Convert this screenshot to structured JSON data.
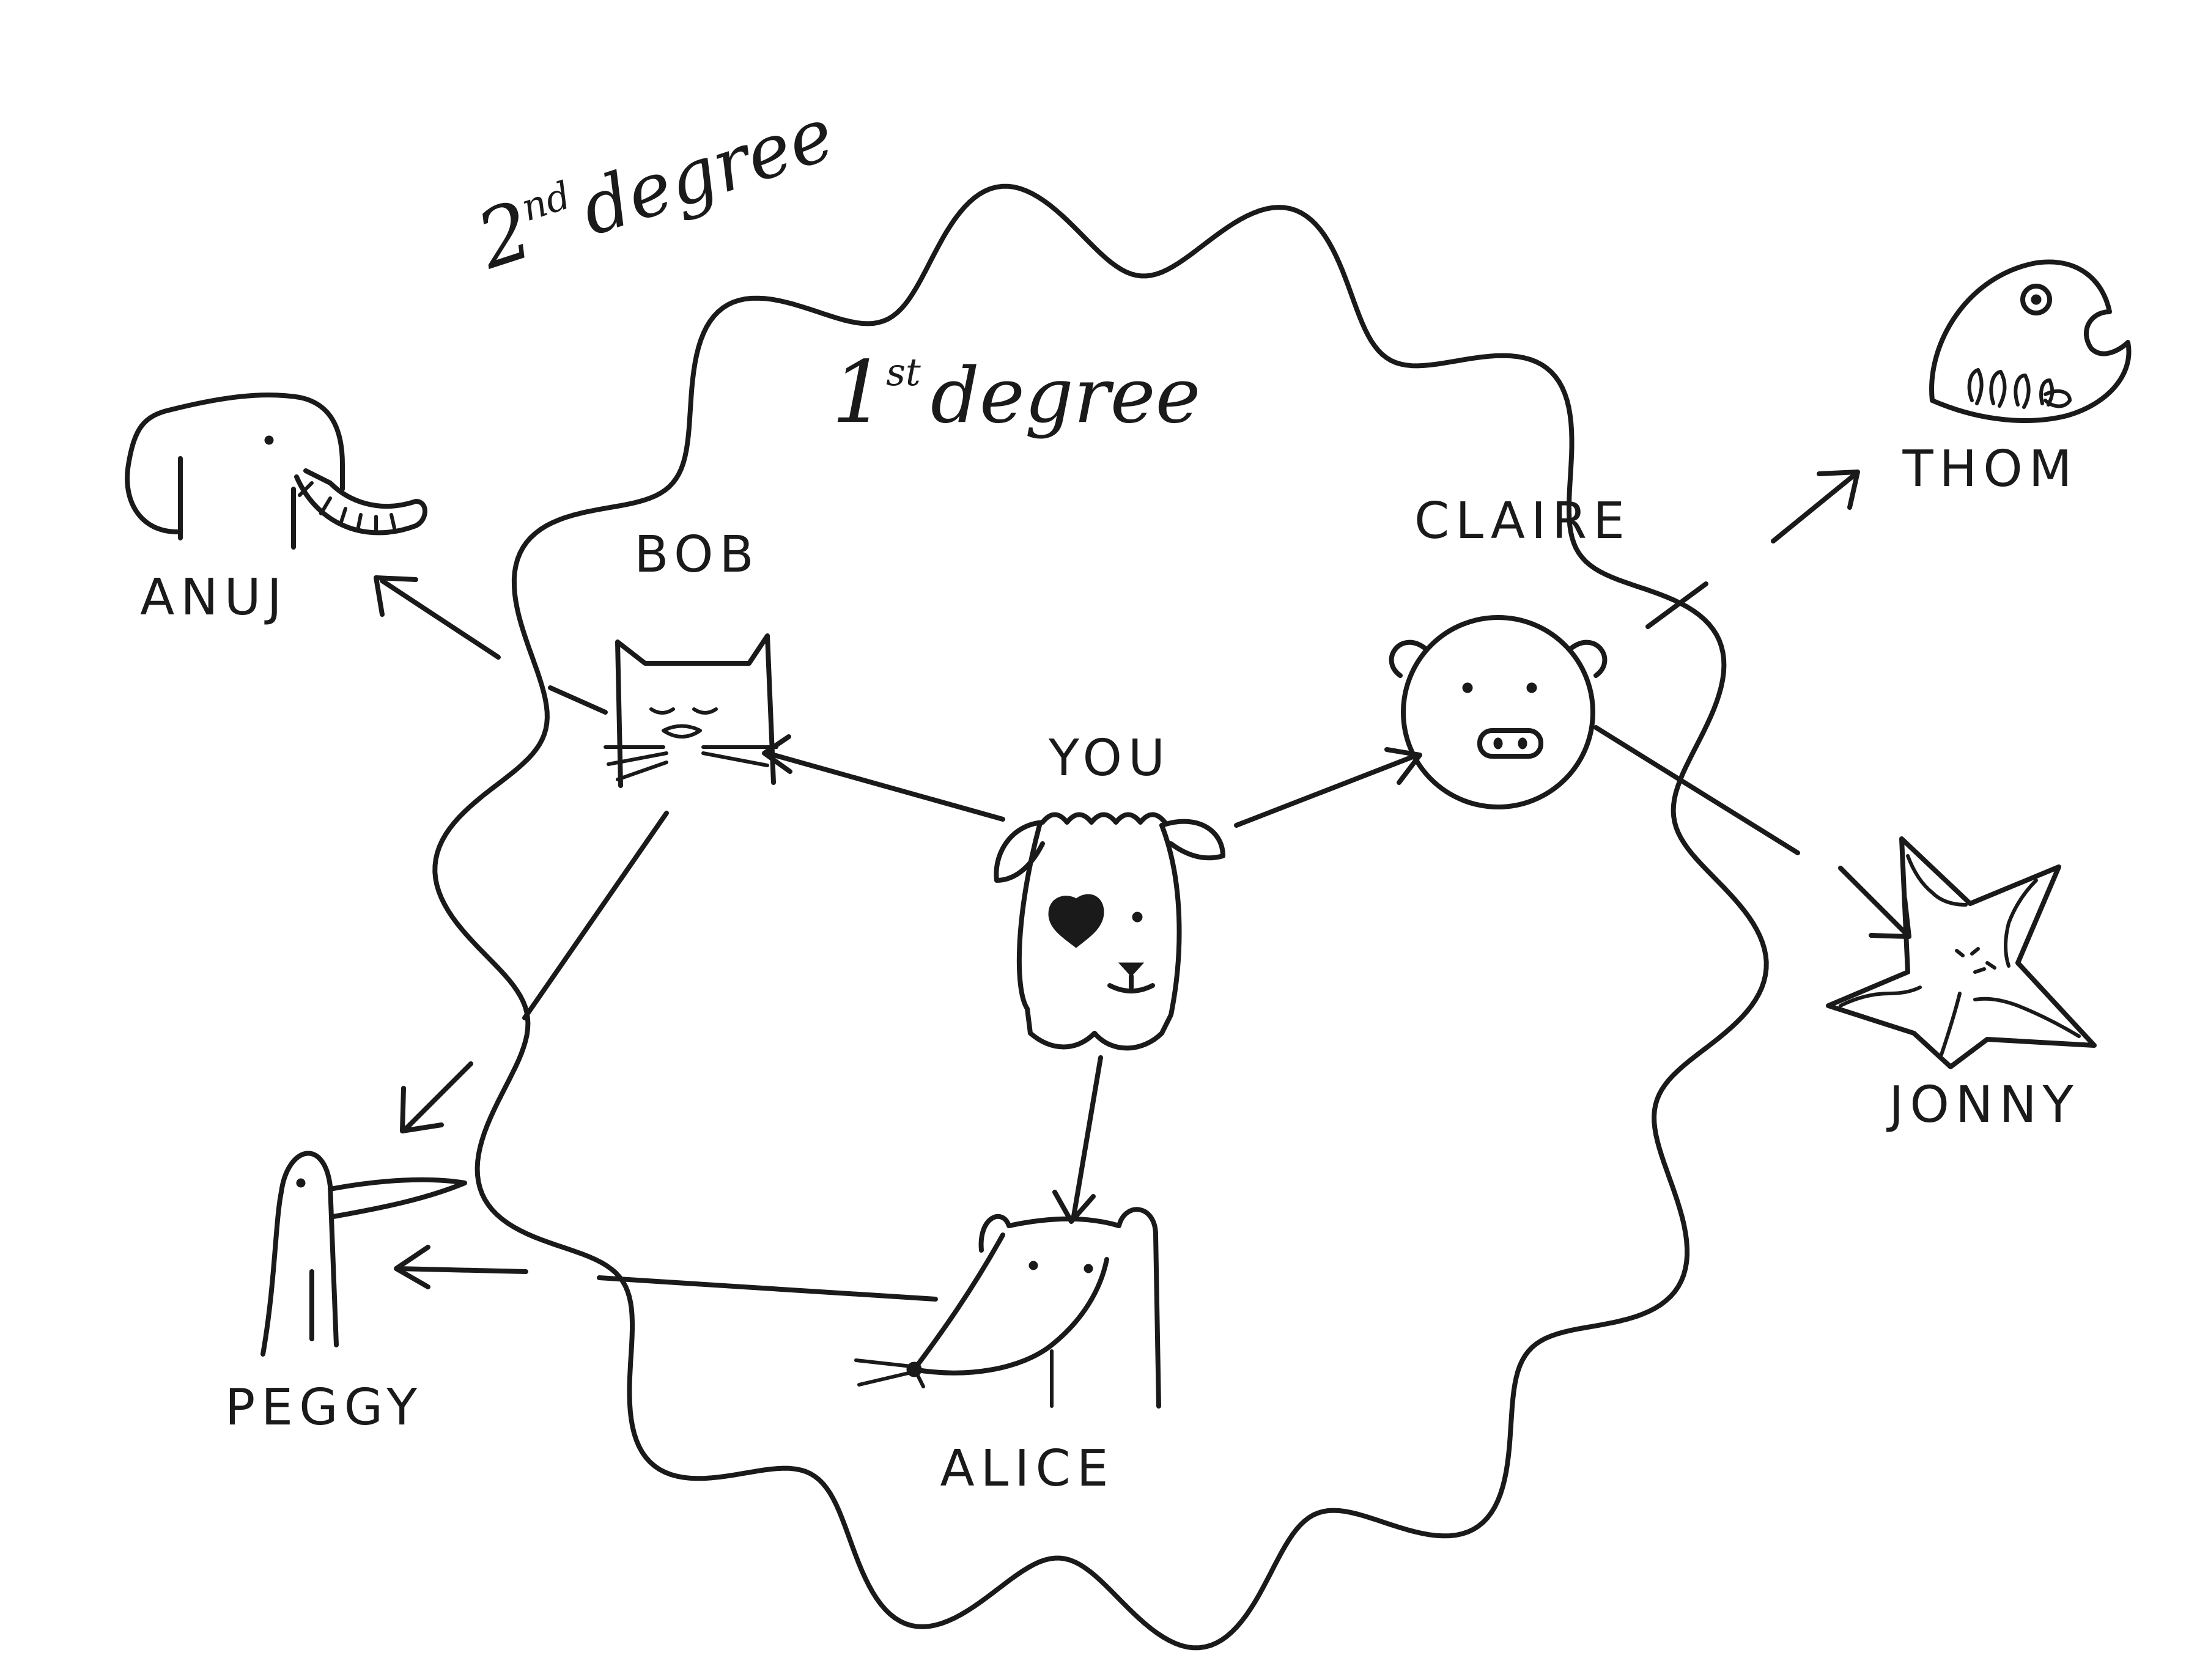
{
  "diagram": {
    "degree_labels": {
      "second": {
        "num": "2",
        "sup": "nd",
        "word": "degree"
      },
      "first": {
        "num": "1",
        "sup": "st",
        "word": "degree"
      }
    },
    "nodes": {
      "you": "YOU",
      "bob": "BOB",
      "claire": "CLAIRE",
      "alice": "ALICE",
      "anuj": "ANUJ",
      "peggy": "PEGGY",
      "thom": "THOM",
      "jonny": "JONNY"
    },
    "edges": [
      {
        "from": "you",
        "to": "bob"
      },
      {
        "from": "you",
        "to": "claire"
      },
      {
        "from": "you",
        "to": "alice"
      },
      {
        "from": "bob",
        "to": "anuj"
      },
      {
        "from": "bob",
        "to": "peggy"
      },
      {
        "from": "alice",
        "to": "peggy"
      },
      {
        "from": "claire",
        "to": "thom"
      },
      {
        "from": "claire",
        "to": "jonny"
      }
    ]
  }
}
